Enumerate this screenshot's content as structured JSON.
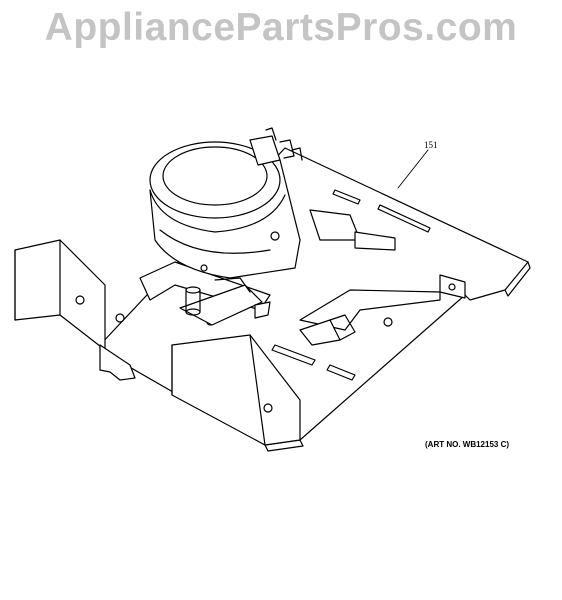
{
  "watermark": "AppliancePartsPros.com",
  "diagram": {
    "callouts": [
      {
        "label": "151"
      }
    ],
    "art_number": "(ART NO. WB12153 C)"
  },
  "colors": {
    "line": "#000000",
    "watermark": "#c4c4c4",
    "background": "#ffffff"
  }
}
